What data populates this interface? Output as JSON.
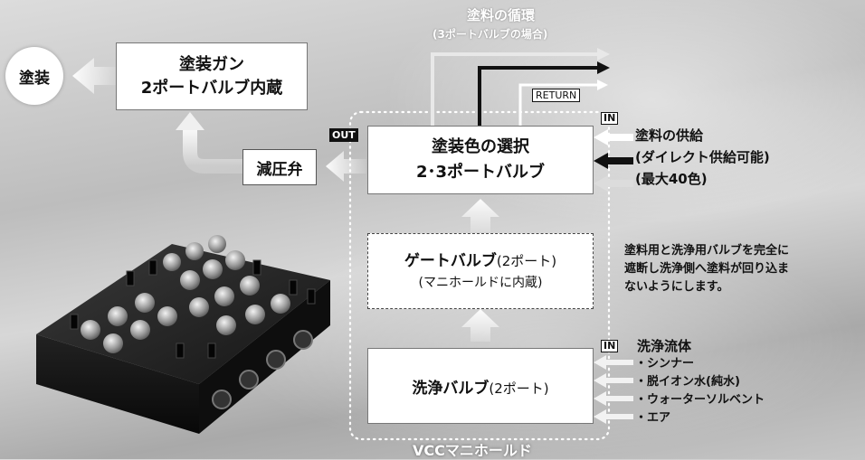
{
  "paint_circle": "塗装",
  "spray_gun": {
    "line1": "塗装ガン",
    "line2": "2ポートバルブ内蔵"
  },
  "circulation": {
    "title": "塗料の循環",
    "sub": "(3ポートバルブの場合)"
  },
  "return_label": "RETURN",
  "in_label": "IN",
  "out_label": "OUT",
  "reducer": "減圧弁",
  "color_select": {
    "line1": "塗装色の選択",
    "line2": "2･3ポートバルブ"
  },
  "supply": {
    "line1": "塗料の供給",
    "line2": "(ダイレクト供給可能)",
    "line3": "(最大40色)"
  },
  "gate_valve": {
    "main": "ゲートバルブ",
    "suffix": "(2ポート)",
    "sub": "(マニホールドに内蔵)"
  },
  "note": {
    "line1": "塗料用と洗浄用バルブを完全に",
    "line2": "遮断し洗浄側へ塗料が回り込ま",
    "line3": "ないようにします。"
  },
  "wash_valve": {
    "main": "洗浄バルブ",
    "suffix": "(2ポート)"
  },
  "wash_fluid": {
    "title": "洗浄流体",
    "items": [
      "・シンナー",
      "・脱イオン水(純水)",
      "・ウォーターソルベント",
      "・エア"
    ]
  },
  "manifold": "VCCマニホールド",
  "colors": {
    "background": "#c4c4c4",
    "arrow_light": "#e6e6e6",
    "arrow_black": "#111111",
    "box_border": "#777777"
  }
}
